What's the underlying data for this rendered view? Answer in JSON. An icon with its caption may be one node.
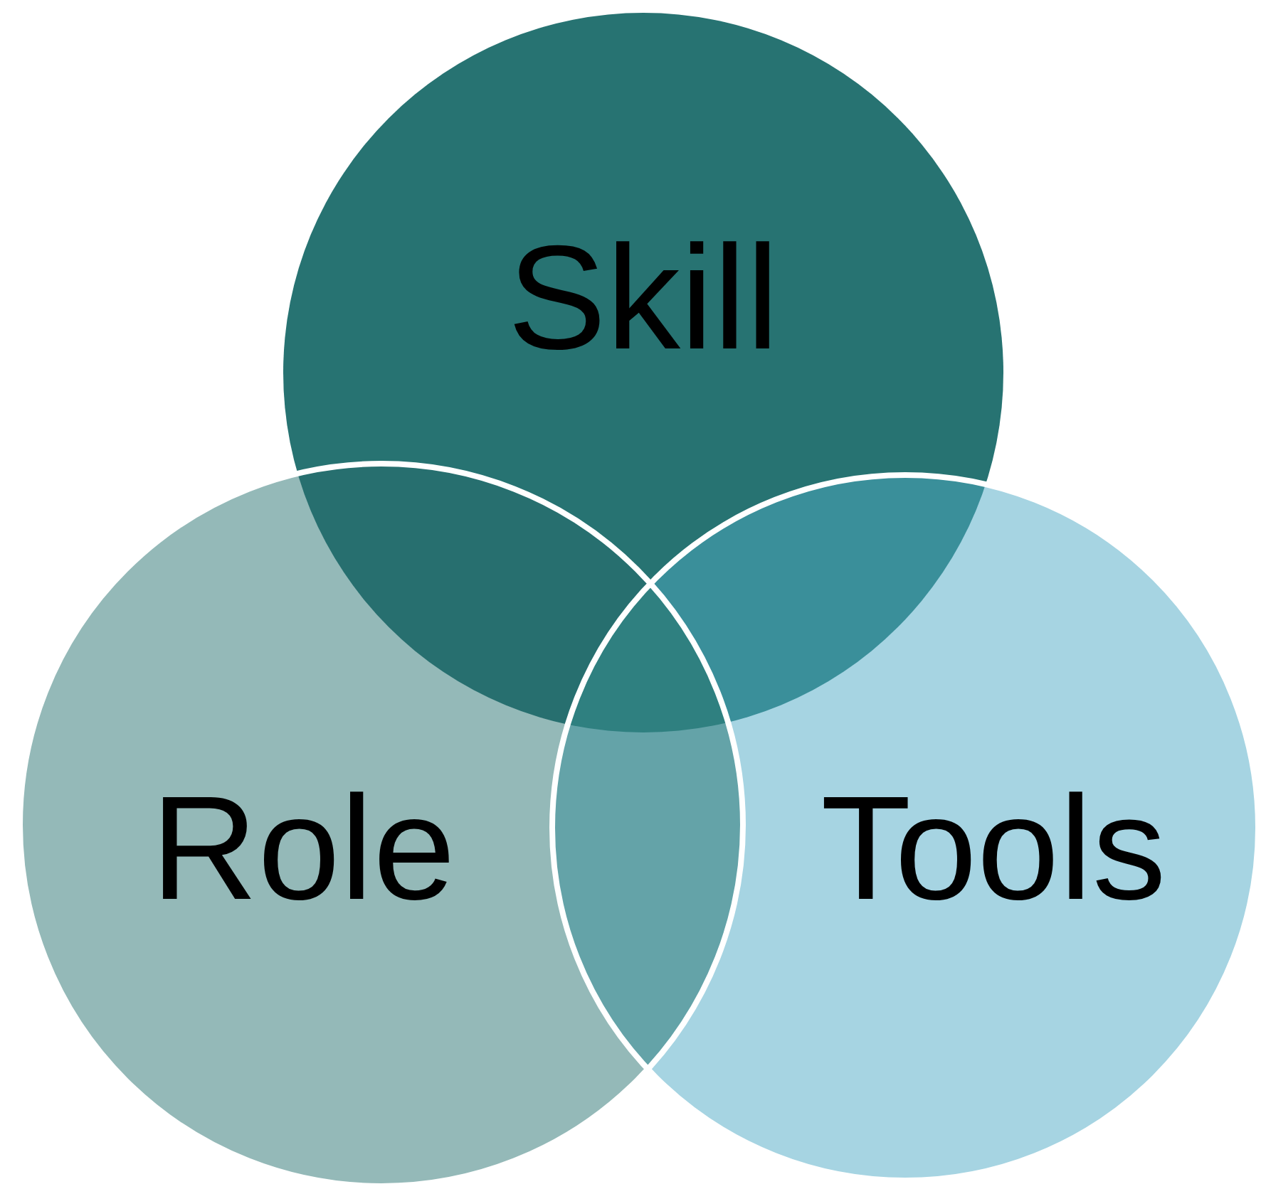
{
  "diagram": {
    "nodes": [
      {
        "text": [
          "Skill"
        ]
      },
      {
        "text": [
          "Role"
        ]
      },
      {
        "text": [
          "Tools"
        ]
      }
    ]
  }
}
